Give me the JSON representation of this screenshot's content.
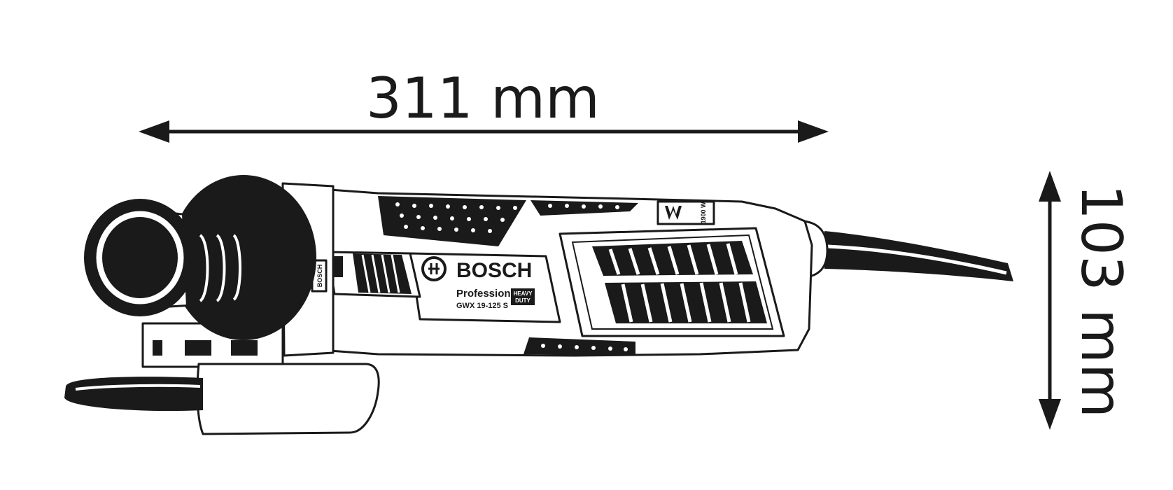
{
  "dimensions": {
    "length": {
      "value": 311,
      "unit": "mm",
      "label": "311 mm"
    },
    "height": {
      "value": 103,
      "unit": "mm",
      "label": "103 mm"
    }
  },
  "product": {
    "brand": "BOSCH",
    "line": "Professional",
    "model": "GWX 19-125 S",
    "badge_line1": "HEAVY",
    "badge_line2": "DUTY",
    "spindle_label": "BOSCH",
    "power_label": "1900 W"
  },
  "colors": {
    "ink": "#1a1a1a",
    "background": "#ffffff"
  }
}
